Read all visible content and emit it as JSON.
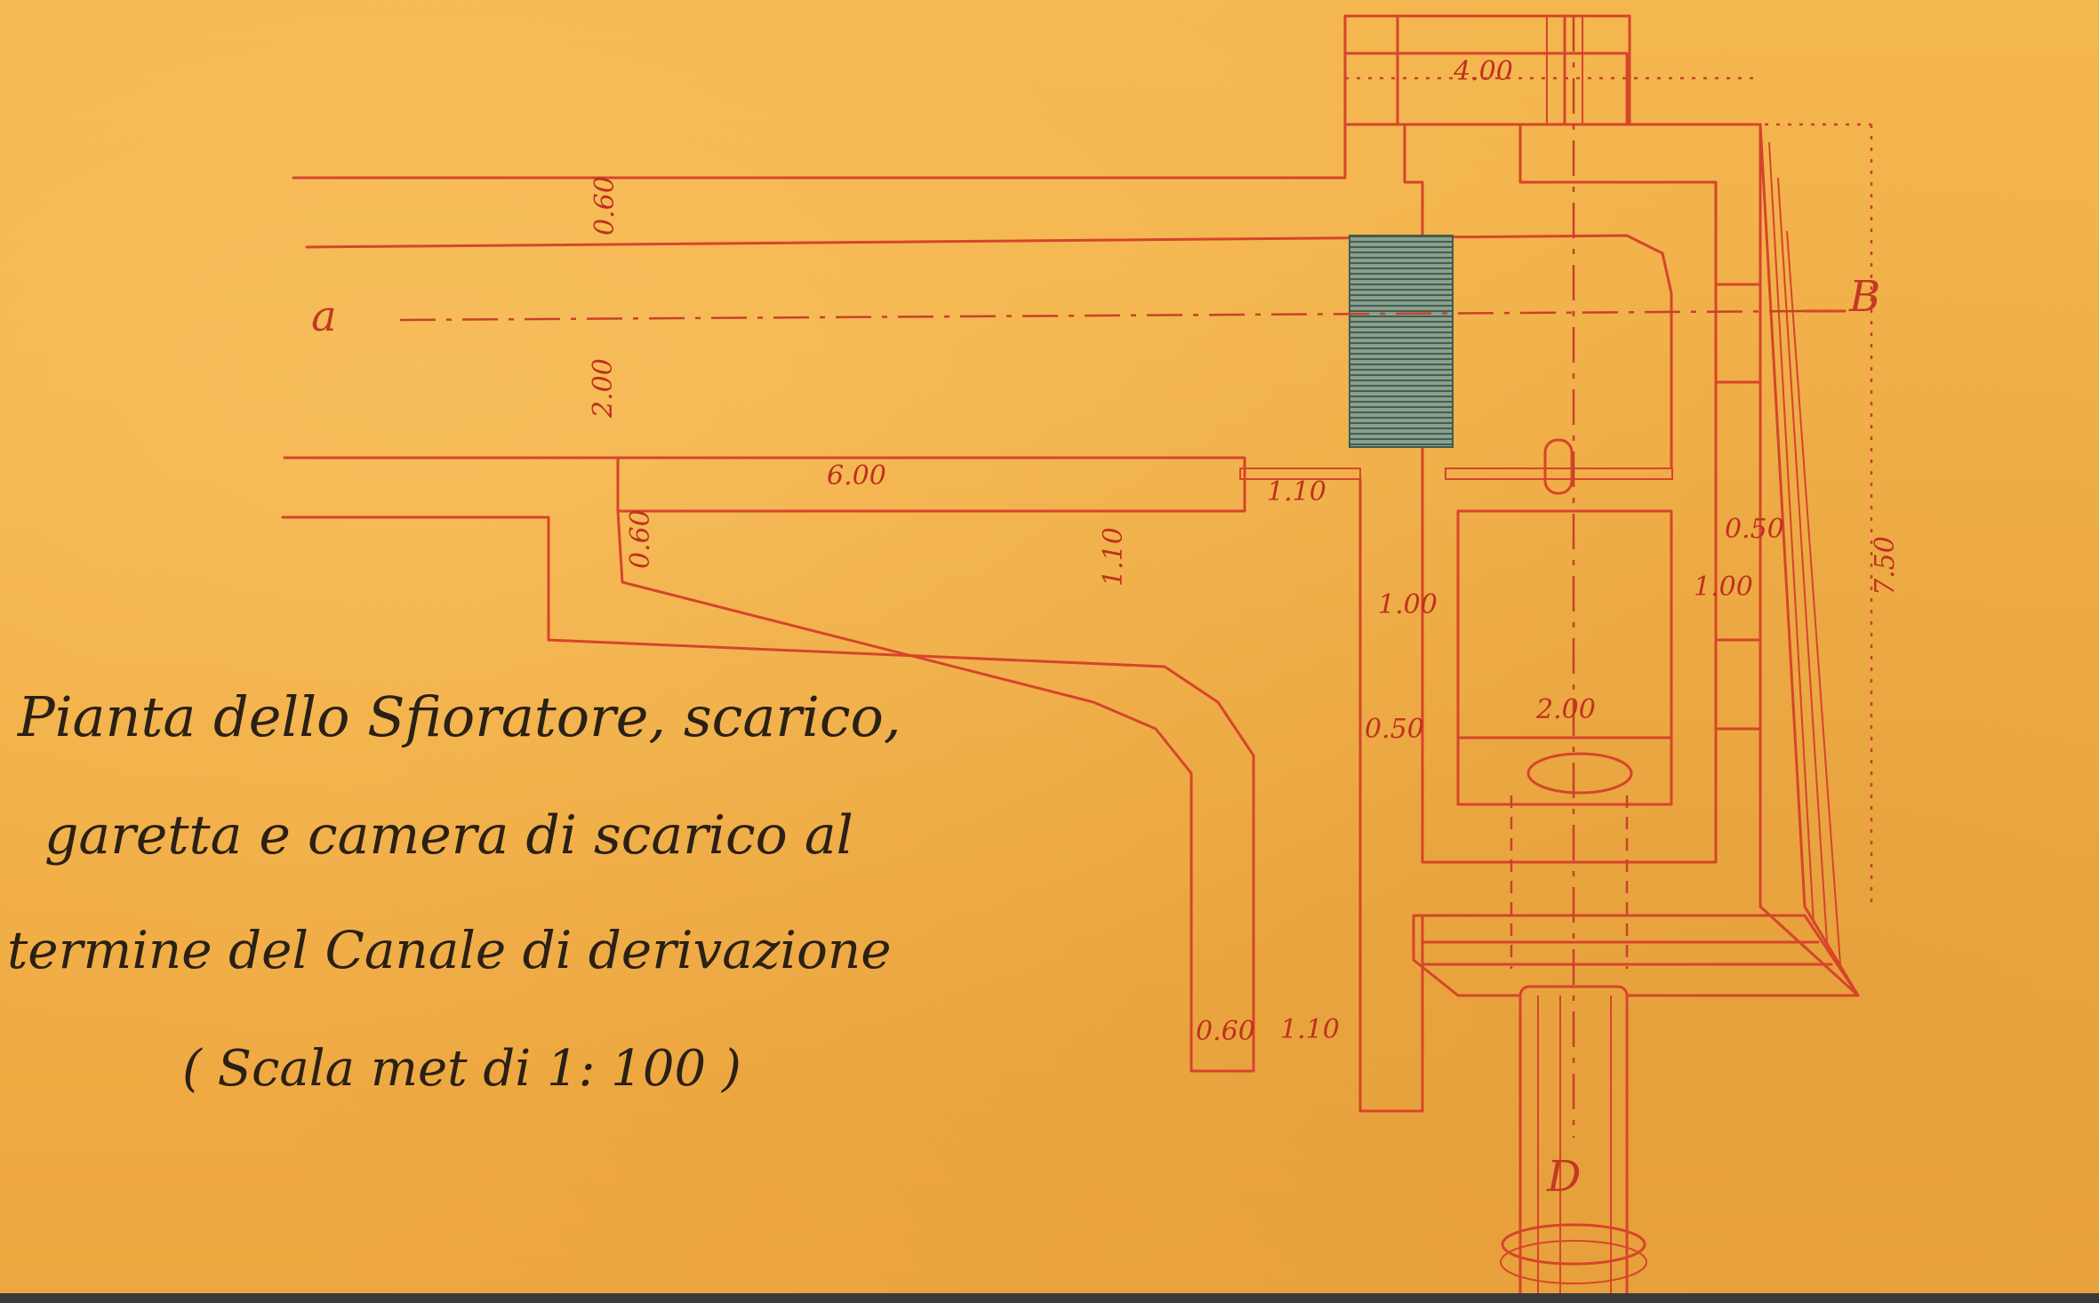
{
  "caption": {
    "line1": "Pianta dello Sfioratore, scarico,",
    "line2": "garetta e camera di scarico al",
    "line3": "termine del Canale di derivazione",
    "line4": "( Scala met di 1: 100 )"
  },
  "section_labels": {
    "a": "a",
    "b": "B",
    "d": "D"
  },
  "dimensions": {
    "top_width": "4.00",
    "channel_wall": "0.60",
    "channel_width": "2.00",
    "spillway_length": "6.00",
    "gate_width": "1.10",
    "lower_wall": "0.60",
    "lower_channel": "1.10",
    "inner_left": "1.00",
    "inner_right": "1.00",
    "right_wall": "0.50",
    "total_height": "7.50",
    "chamber_width": "2.00",
    "chamber_wall": "0.50",
    "outlet_wall": "0.60",
    "outlet_width": "1.10"
  },
  "colors": {
    "ink": "#d6452c",
    "paper": "#f3b24c",
    "hatch": "#4a6a5a"
  }
}
